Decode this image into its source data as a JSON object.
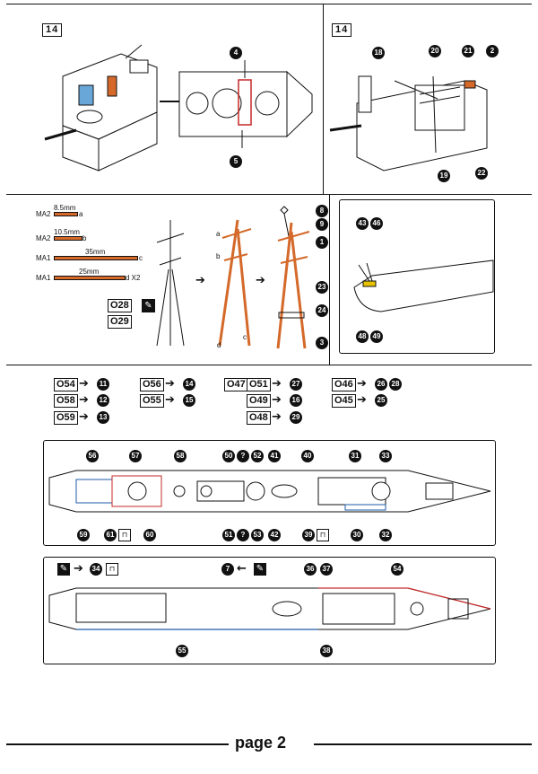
{
  "page": {
    "footer": "page 2"
  },
  "step14_left": {
    "step": "14",
    "callouts": [
      "4",
      "5"
    ]
  },
  "step14_right": {
    "step": "14",
    "callouts": [
      "18",
      "20",
      "21",
      "2",
      "19",
      "22"
    ]
  },
  "mast": {
    "rods": [
      {
        "code": "MA2",
        "length": "8.5mm",
        "tag": "a"
      },
      {
        "code": "MA2",
        "length": "10.5mm",
        "tag": "b"
      },
      {
        "code": "MA1",
        "length": "35mm",
        "tag": "c"
      },
      {
        "code": "MA1",
        "length": "25mm",
        "tag": "d X2"
      }
    ],
    "parts": [
      "O28",
      "O29"
    ],
    "letters": [
      "a",
      "b",
      "d",
      "c"
    ],
    "callouts": [
      "8",
      "9",
      "1",
      "23",
      "24",
      "3"
    ]
  },
  "bow": {
    "callouts": [
      "43",
      "46",
      "48",
      "49"
    ]
  },
  "part_map": {
    "col1": [
      {
        "part": "O54",
        "num": "11"
      },
      {
        "part": "O58",
        "num": "12"
      },
      {
        "part": "O59",
        "num": "13"
      }
    ],
    "col2": [
      {
        "part": "O56",
        "num": "14"
      },
      {
        "part": "O55",
        "num": "15"
      }
    ],
    "col3": [
      {
        "parts": [
          "O47",
          "O51"
        ],
        "num": "27"
      },
      {
        "parts": [
          "O49"
        ],
        "num": "16"
      },
      {
        "parts": [
          "O48"
        ],
        "num": "29"
      }
    ],
    "col4": [
      {
        "part": "O46",
        "num": "26",
        "num2": "28"
      },
      {
        "part": "O45",
        "num": "25"
      }
    ]
  },
  "deck1": {
    "top_callouts": [
      "56",
      "57",
      "58",
      "50",
      "?",
      "52",
      "41",
      "40",
      "31",
      "33"
    ],
    "bottom_callouts": [
      "59",
      "61",
      "60",
      "51",
      "?",
      "53",
      "42",
      "39",
      "30",
      "32"
    ]
  },
  "deck2": {
    "top_callouts": [
      "34",
      "7",
      "36",
      "37",
      "54"
    ],
    "bottom_callouts": [
      "55",
      "38"
    ]
  }
}
